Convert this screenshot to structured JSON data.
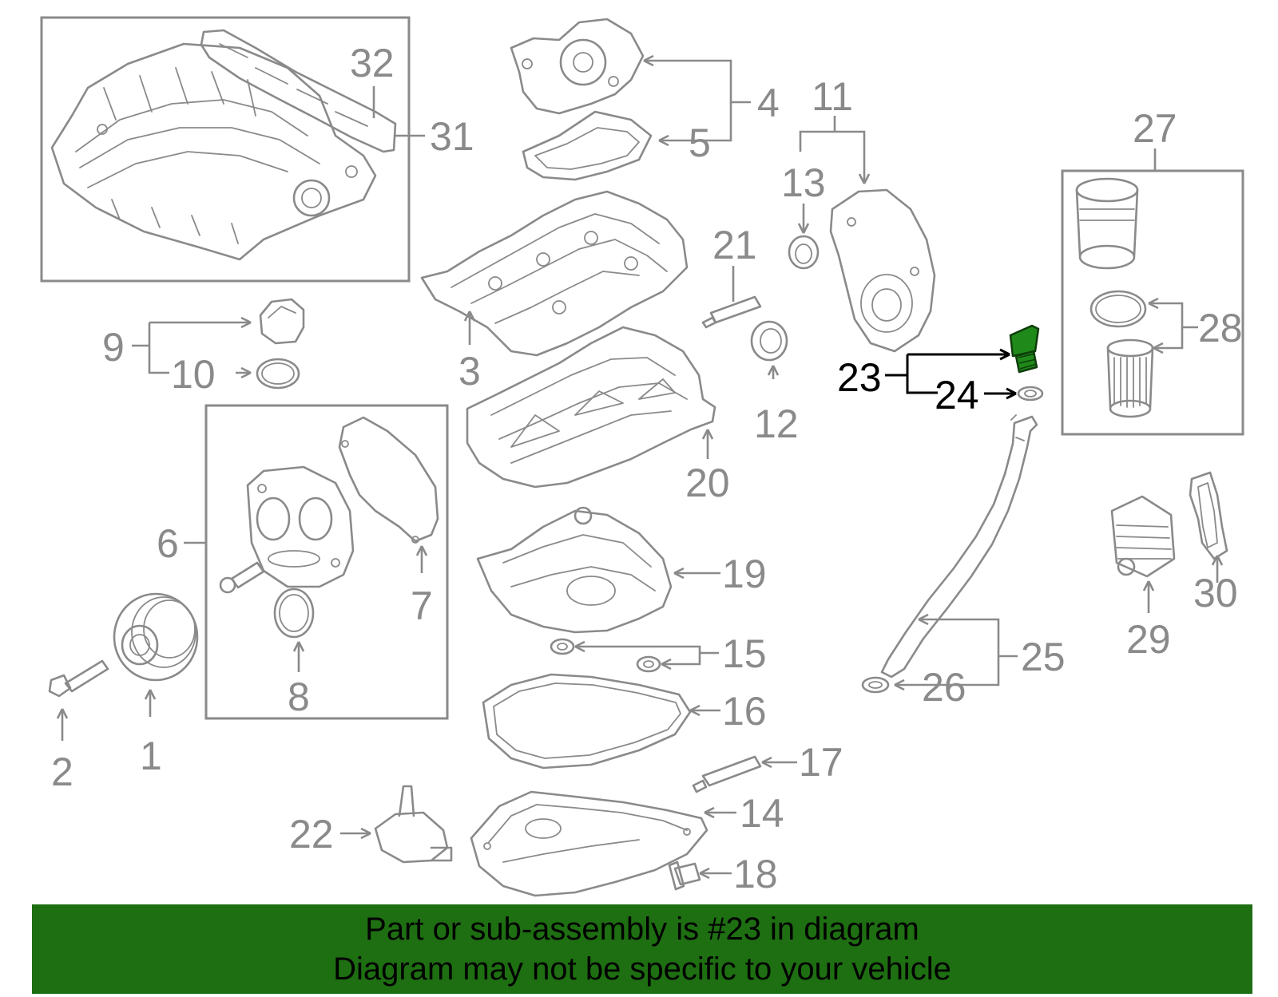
{
  "colors": {
    "part_line": "#8a8a8a",
    "highlight_part": "#1f8a1a",
    "highlight_label": "#000000",
    "banner_bg": "#1e6e12",
    "banner_text": "#000000",
    "background": "#ffffff"
  },
  "callouts": {
    "c1": "1",
    "c2": "2",
    "c3": "3",
    "c4": "4",
    "c5": "5",
    "c6": "6",
    "c7": "7",
    "c8": "8",
    "c9": "9",
    "c10": "10",
    "c11": "11",
    "c12": "12",
    "c13": "13",
    "c14": "14",
    "c15": "15",
    "c16": "16",
    "c17": "17",
    "c18": "18",
    "c19": "19",
    "c20": "20",
    "c21": "21",
    "c22": "22",
    "c23": "23",
    "c24": "24",
    "c25": "25",
    "c26": "26",
    "c27": "27",
    "c28": "28",
    "c29": "29",
    "c30": "30",
    "c31": "31",
    "c32": "32"
  },
  "highlighted_part": "23",
  "banner": {
    "line1": "Part or sub-assembly is #23 in diagram",
    "line2": "Diagram may not be specific to your vehicle"
  }
}
